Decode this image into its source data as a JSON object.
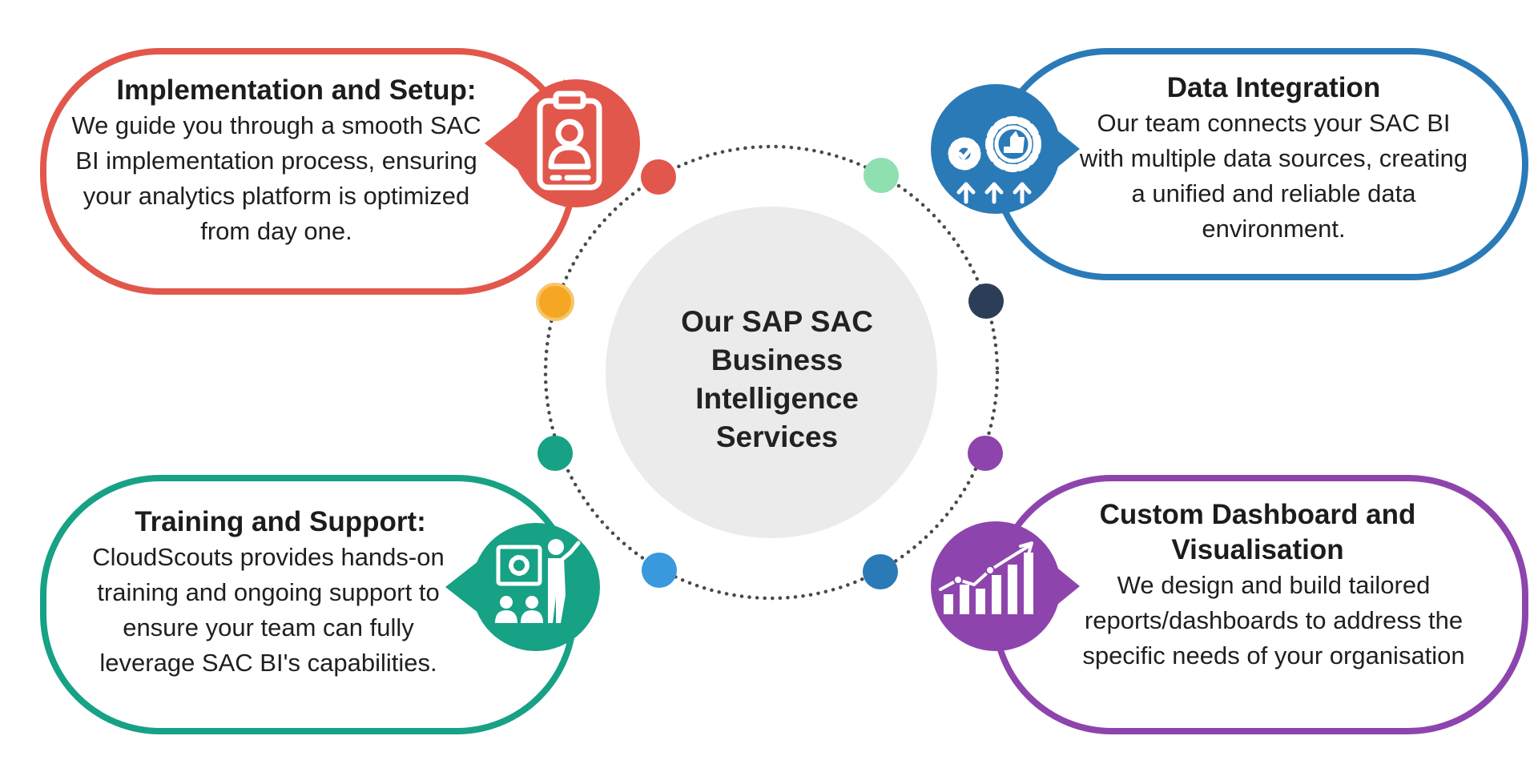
{
  "center": {
    "title": "Our SAP SAC Business Intelligence Services"
  },
  "services": [
    {
      "id": "implementation",
      "title": "Implementation and Setup:",
      "body": "We guide you through a smooth SAC BI implementation process, ensuring your analytics platform is optimized from day one.",
      "icon": "clipboard-user-icon",
      "color": "#e2574c"
    },
    {
      "id": "integration",
      "title": "Data Integration",
      "body": "Our team connects your SAC BI with multiple data sources, creating a unified and reliable data environment.",
      "icon": "gears-upload-icon",
      "color": "#2a7ab8"
    },
    {
      "id": "training",
      "title": "Training and Support:",
      "body": "CloudScouts provides hands-on training and ongoing support to ensure your team can fully leverage SAC BI's capabilities.",
      "icon": "presenter-board-icon",
      "color": "#17a185"
    },
    {
      "id": "dashboard",
      "title": "Custom Dashboard and Visualisation",
      "body": "We design and build tailored reports/dashboards to address the specific needs of your organisation",
      "icon": "growth-chart-icon",
      "color": "#8e44ad"
    }
  ],
  "dot_colors": {
    "red": "#e2574c",
    "mint": "#8ee0b0",
    "navy": "#2c3e57",
    "orange": "#f5a623",
    "teal": "#17a185",
    "purple": "#8e44ad",
    "sky": "#3a98dc",
    "blue": "#2a7ab8"
  }
}
